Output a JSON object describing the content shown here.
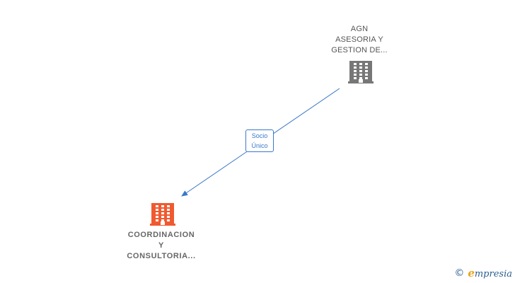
{
  "nodes": [
    {
      "id": "agn",
      "lines": [
        "AGN",
        "ASESORIA Y",
        "GESTION DE..."
      ],
      "color": "#777777"
    },
    {
      "id": "coord",
      "lines": [
        "COORDINACION",
        "Y",
        "CONSULTORIA..."
      ],
      "color": "#f05a30"
    }
  ],
  "edge": {
    "lines": [
      "Socio",
      "Único"
    ],
    "color": "#3a78c9"
  },
  "brand": {
    "copyright_symbol": "©",
    "name_initial": "e",
    "name_rest": "mpresia"
  },
  "icons": {
    "node_icon": "building-icon",
    "brand_icon": "copyright-icon"
  }
}
